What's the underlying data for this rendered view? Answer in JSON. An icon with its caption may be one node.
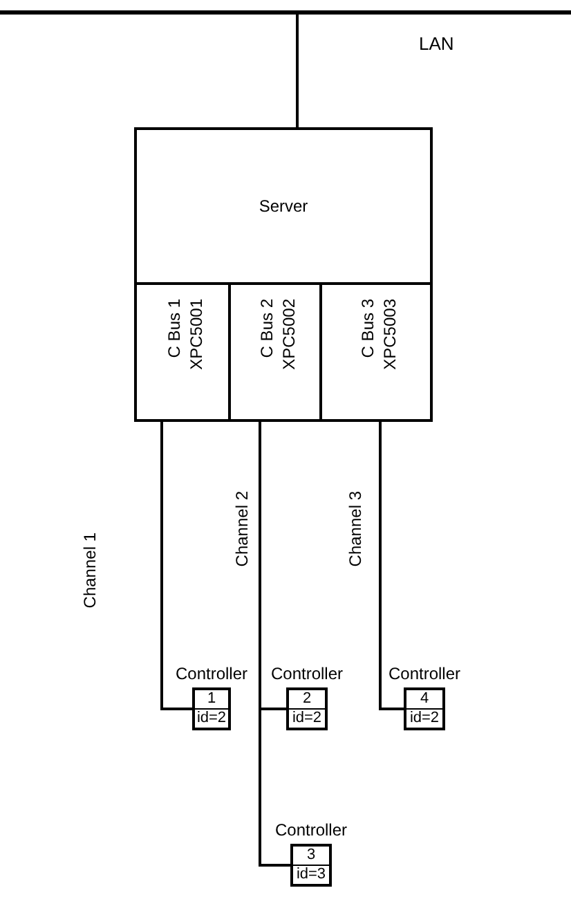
{
  "diagram": {
    "nodes": [
      {
        "text": [
          "LAN"
        ]
      },
      {
        "text": [
          "Server"
        ]
      },
      {
        "text": [
          "C Bus 1",
          "XPC5001"
        ]
      },
      {
        "text": [
          "C Bus 2",
          "XPC5002"
        ]
      },
      {
        "text": [
          "C Bus 3",
          "XPC5003"
        ]
      },
      {
        "text": [
          "Controller",
          "1",
          "id=2"
        ]
      },
      {
        "text": [
          "Controller",
          "2",
          "id=2"
        ]
      },
      {
        "text": [
          "Controller",
          "3",
          "id=3"
        ]
      },
      {
        "text": [
          "Controller",
          "4",
          "id=2"
        ]
      }
    ],
    "edges": [
      {
        "from": 0,
        "to": 1,
        "arrow": "none"
      },
      {
        "from": 2,
        "to": 5,
        "arrow": "none",
        "label": "Channel 1"
      },
      {
        "from": 3,
        "to": 6,
        "arrow": "none",
        "label": "Channel 2"
      },
      {
        "from": 3,
        "to": 7,
        "arrow": "none"
      },
      {
        "from": 4,
        "to": 8,
        "arrow": "none",
        "label": "Channel 3"
      }
    ]
  }
}
